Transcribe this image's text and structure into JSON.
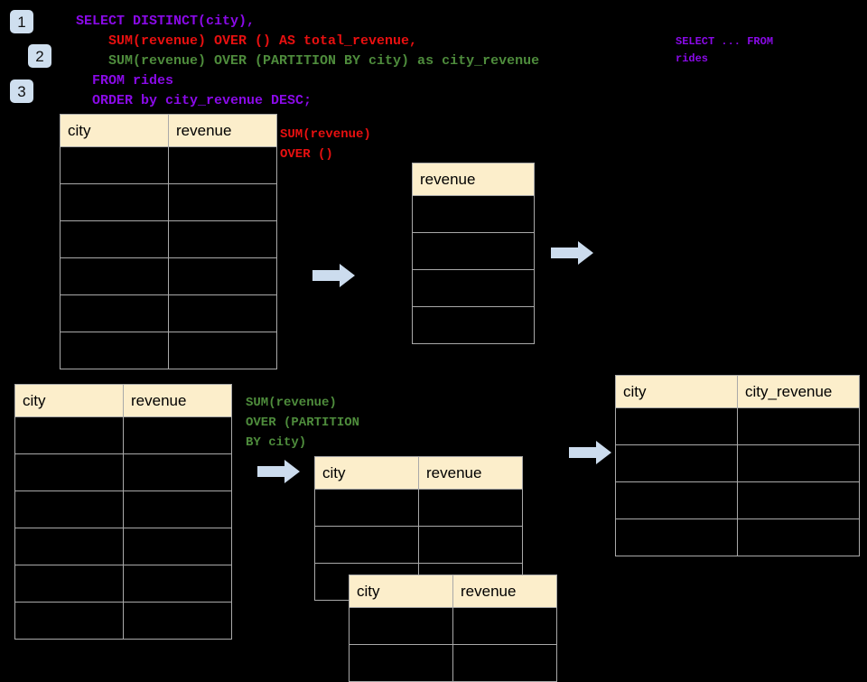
{
  "badges": [
    {
      "id": "1",
      "label": "1"
    },
    {
      "id": "2",
      "label": "2"
    },
    {
      "id": "3",
      "label": "3"
    }
  ],
  "sql": {
    "line1": "SELECT DISTINCT(city),",
    "line2": "    SUM(revenue) OVER () AS total_revenue,",
    "line3": "    SUM(revenue) OVER (PARTITION BY city) as city_revenue",
    "line4": "  FROM rides",
    "line5": "  ORDER by city_revenue DESC;",
    "side_line1": "SELECT ... FROM",
    "side_line2": "rides"
  },
  "notes": {
    "red": "SUM(revenue)\nOVER ()",
    "green": "SUM(revenue)\nOVER (PARTITION\nBY city)"
  },
  "colors": {
    "background": "#000000",
    "header_fill": "#fceecb",
    "grid_line": "#a9a9a9",
    "arrow_fill": "#ccdcee",
    "badge_fill": "#cfdfef",
    "sql_purple": "#8a0ae8",
    "sql_red": "#e81010",
    "sql_green": "#4e8c3c"
  },
  "tables": {
    "source_top": {
      "name": "rides-source-top",
      "columns": [
        "city",
        "revenue"
      ],
      "rows": [
        [
          "",
          ""
        ],
        [
          "",
          ""
        ],
        [
          "",
          ""
        ],
        [
          "",
          ""
        ],
        [
          "",
          ""
        ],
        [
          "",
          ""
        ]
      ]
    },
    "revenue_only": {
      "name": "total-revenue-intermediate",
      "columns": [
        "revenue"
      ],
      "rows": [
        [
          ""
        ],
        [
          ""
        ],
        [
          ""
        ],
        [
          ""
        ]
      ]
    },
    "source_bottom": {
      "name": "rides-source-bottom",
      "columns": [
        "city",
        "revenue"
      ],
      "rows": [
        [
          "",
          ""
        ],
        [
          "",
          ""
        ],
        [
          "",
          ""
        ],
        [
          "",
          ""
        ],
        [
          "",
          ""
        ],
        [
          "",
          ""
        ]
      ]
    },
    "partition_back": {
      "name": "partition-group-back",
      "columns": [
        "city",
        "revenue"
      ],
      "rows": [
        [
          "",
          ""
        ],
        [
          "",
          ""
        ],
        [
          "",
          ""
        ]
      ]
    },
    "partition_front": {
      "name": "partition-group-front",
      "columns": [
        "city",
        "revenue"
      ],
      "rows": [
        [
          "",
          ""
        ],
        [
          "",
          ""
        ]
      ]
    },
    "result": {
      "name": "final-result",
      "columns": [
        "city",
        "city_revenue"
      ],
      "rows": [
        [
          "",
          ""
        ],
        [
          "",
          ""
        ],
        [
          "",
          ""
        ],
        [
          "",
          ""
        ]
      ]
    }
  },
  "arrows": [
    {
      "id": "arrow-1",
      "label": "flow-arrow-right"
    },
    {
      "id": "arrow-2",
      "label": "flow-arrow-right"
    },
    {
      "id": "arrow-3",
      "label": "flow-arrow-right"
    },
    {
      "id": "arrow-4",
      "label": "flow-arrow-right"
    }
  ]
}
